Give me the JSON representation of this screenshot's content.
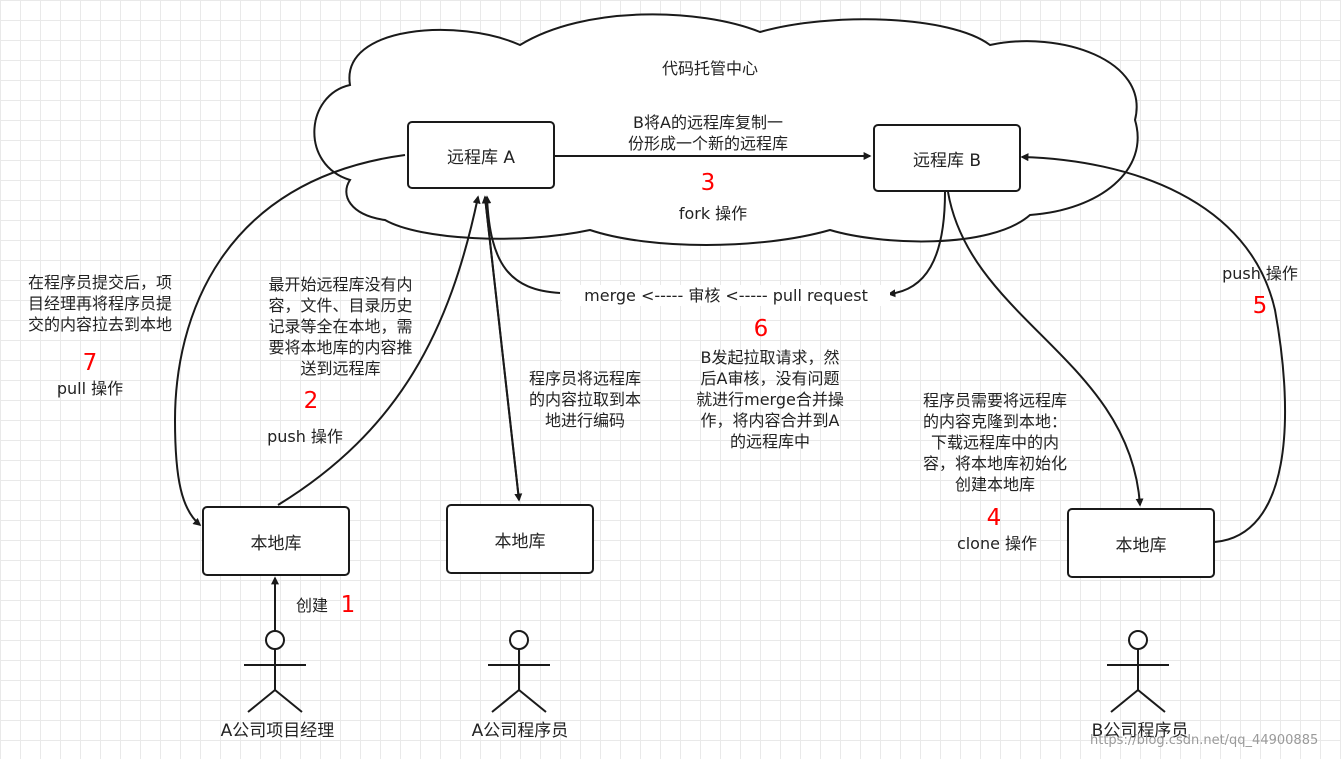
{
  "cloud": {
    "title": "代码托管中心"
  },
  "nodes": {
    "remote_a": "远程库 A",
    "remote_b": "远程库 B",
    "local_pm": "本地库",
    "local_a_dev": "本地库",
    "local_b_dev": "本地库"
  },
  "actors": {
    "pm": "A公司项目经理",
    "a_dev": "A公司程序员",
    "b_dev": "B公司程序员"
  },
  "steps": {
    "s1": {
      "number": "1",
      "op": "创建"
    },
    "s2": {
      "number": "2",
      "op": "push 操作",
      "desc": [
        "最开始远程库没有内",
        "容，文件、目录历史",
        "记录等全在本地，需",
        "要将本地库的内容推",
        "送到远程库"
      ]
    },
    "s3": {
      "number": "3",
      "op": "fork 操作",
      "desc": [
        "B将A的远程库复制一",
        "份形成一个新的远程库"
      ]
    },
    "s4": {
      "number": "4",
      "op": "clone 操作",
      "desc": [
        "程序员需要将远程库",
        "的内容克隆到本地：",
        "下载远程库中的内",
        "容，将本地库初始化",
        "创建本地库"
      ]
    },
    "s5": {
      "number": "5",
      "op": "push 操作"
    },
    "s6": {
      "number": "6",
      "flow": "merge <----- 审核 <----- pull request",
      "desc": [
        "B发起拉取请求，然",
        "后A审核，没有问题",
        "就进行merge合并操",
        "作，将内容合并到A",
        "的远程库中"
      ]
    },
    "s7": {
      "number": "7",
      "op": "pull 操作",
      "desc": [
        "在程序员提交后，项",
        "目经理再将程序员提",
        "交的内容拉去到本地"
      ]
    },
    "a_dev_pull": {
      "desc": [
        "程序员将远程库",
        "的内容拉取到本",
        "地进行编码"
      ]
    }
  },
  "watermark": "https://blog.csdn.net/qq_44900885"
}
